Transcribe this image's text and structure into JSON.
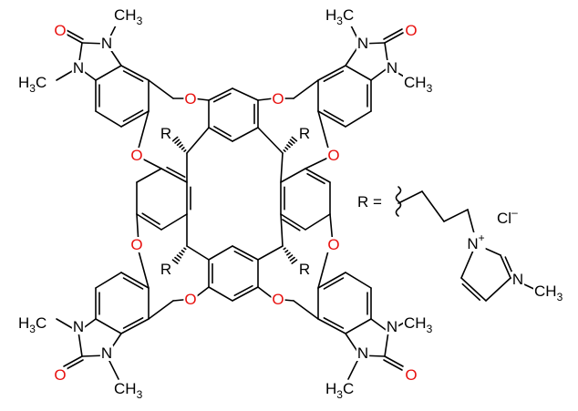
{
  "diagram": {
    "kind": "chemical-structure",
    "colors": {
      "bond": "#000000",
      "oxygen": "#e8100e",
      "text": "#000000"
    },
    "atoms": {
      "oxygen": "O",
      "nitrogen": "N",
      "methyl_base": "CH",
      "methyl_sub": "3",
      "methyl_prefix_base": "H",
      "methyl_prefix_sub": "3",
      "methyl_prefix_tail": "C",
      "r_group": "R",
      "cation_plus": "+"
    },
    "substituent_definition": {
      "label": "R =",
      "counterion_base": "Cl",
      "counterion_charge": "–"
    }
  }
}
